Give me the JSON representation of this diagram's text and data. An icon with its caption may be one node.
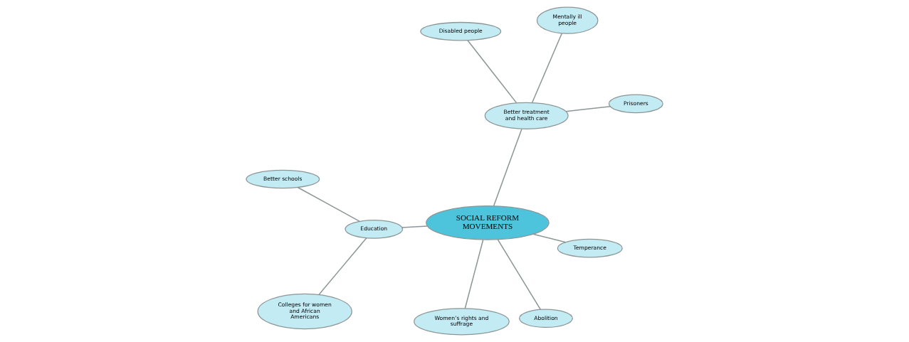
{
  "diagram": {
    "nodes": [
      {
        "text": [
          "SOCIAL REFORM MOVEMENTS"
        ]
      },
      {
        "text": [
          "Prisoners"
        ]
      },
      {
        "text": [
          "Better treatment and health care"
        ]
      },
      {
        "text": [
          "Disabled people"
        ]
      },
      {
        "text": [
          "Mentally ill people"
        ]
      },
      {
        "text": [
          "Better schools"
        ]
      },
      {
        "text": [
          "Education"
        ]
      },
      {
        "text": [
          "Temperance"
        ]
      },
      {
        "text": [
          "Women’s rights and suffrage"
        ]
      },
      {
        "text": [
          "Abolition"
        ]
      },
      {
        "text": [
          "Colleges for women and African Americans"
        ]
      }
    ],
    "edges": [
      {
        "from": 1,
        "to": 2,
        "arrow": "none"
      },
      {
        "from": 2,
        "to": 3,
        "arrow": "none"
      },
      {
        "from": 4,
        "to": 2,
        "arrow": "none"
      },
      {
        "from": 2,
        "to": 0,
        "arrow": "none"
      },
      {
        "from": 0,
        "to": 6,
        "arrow": "none"
      },
      {
        "from": 6,
        "to": 5,
        "arrow": "none"
      },
      {
        "from": 6,
        "to": 10,
        "arrow": "none"
      },
      {
        "from": 7,
        "to": 0,
        "arrow": "none"
      },
      {
        "from": 8,
        "to": 0,
        "arrow": "none"
      },
      {
        "from": 9,
        "to": 0,
        "arrow": "none"
      }
    ]
  }
}
